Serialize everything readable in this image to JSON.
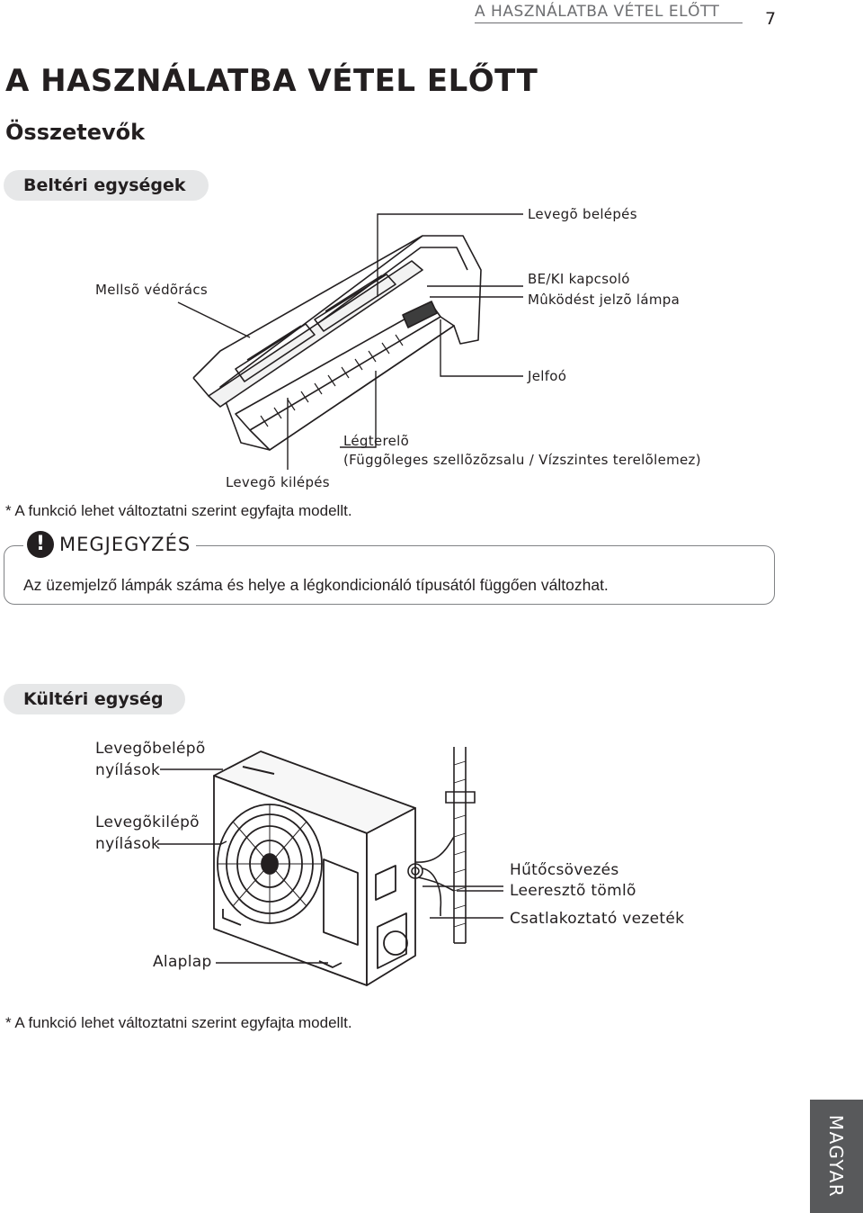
{
  "header": {
    "running_title": "A HASZNÁLATBA VÉTEL ELŐTT",
    "page_number": "7"
  },
  "page_title": "A HASZNÁLATBA VÉTEL ELŐTT",
  "section_title": "Összetevők",
  "indoor": {
    "heading": "Beltéri egységek",
    "labels": {
      "air_inlet": "Levegõ belépés",
      "front_grille": "Mellsõ védõrács",
      "on_off_switch": "BE/KI kapcsoló",
      "operation_lamp": "Mûködést jelzõ lámpa",
      "signal_receiver": "Jelfoó",
      "deflector": "Légterelõ",
      "deflector_detail": "(Függõleges szellõzõzsalu / Vízszintes terelõlemez)",
      "air_outlet": "Levegõ kilépés"
    },
    "footnote": "* A funkció lehet változtatni szerint egyfajta modellt."
  },
  "note": {
    "icon": "!",
    "title": "MEGJEGYZÉS",
    "text": "Az üzemjelző lámpák száma és helye a légkondicionáló típusától függően változhat."
  },
  "outdoor": {
    "heading": "Kültéri egység",
    "labels": {
      "inlet_line1": "Levegõbelépõ",
      "inlet_line2": "nyílások",
      "outlet_line1": "Levegõkilépõ",
      "outlet_line2": "nyílások",
      "piping": "Hűtőcsövezés",
      "drain_hose": "Leeresztõ tömlõ",
      "connecting_cable": "Csatlakoztató vezeték",
      "base_plate": "Alaplap"
    },
    "footnote": "* A funkció lehet változtatni szerint egyfajta modellt."
  },
  "side_tab": "MAGYAR"
}
